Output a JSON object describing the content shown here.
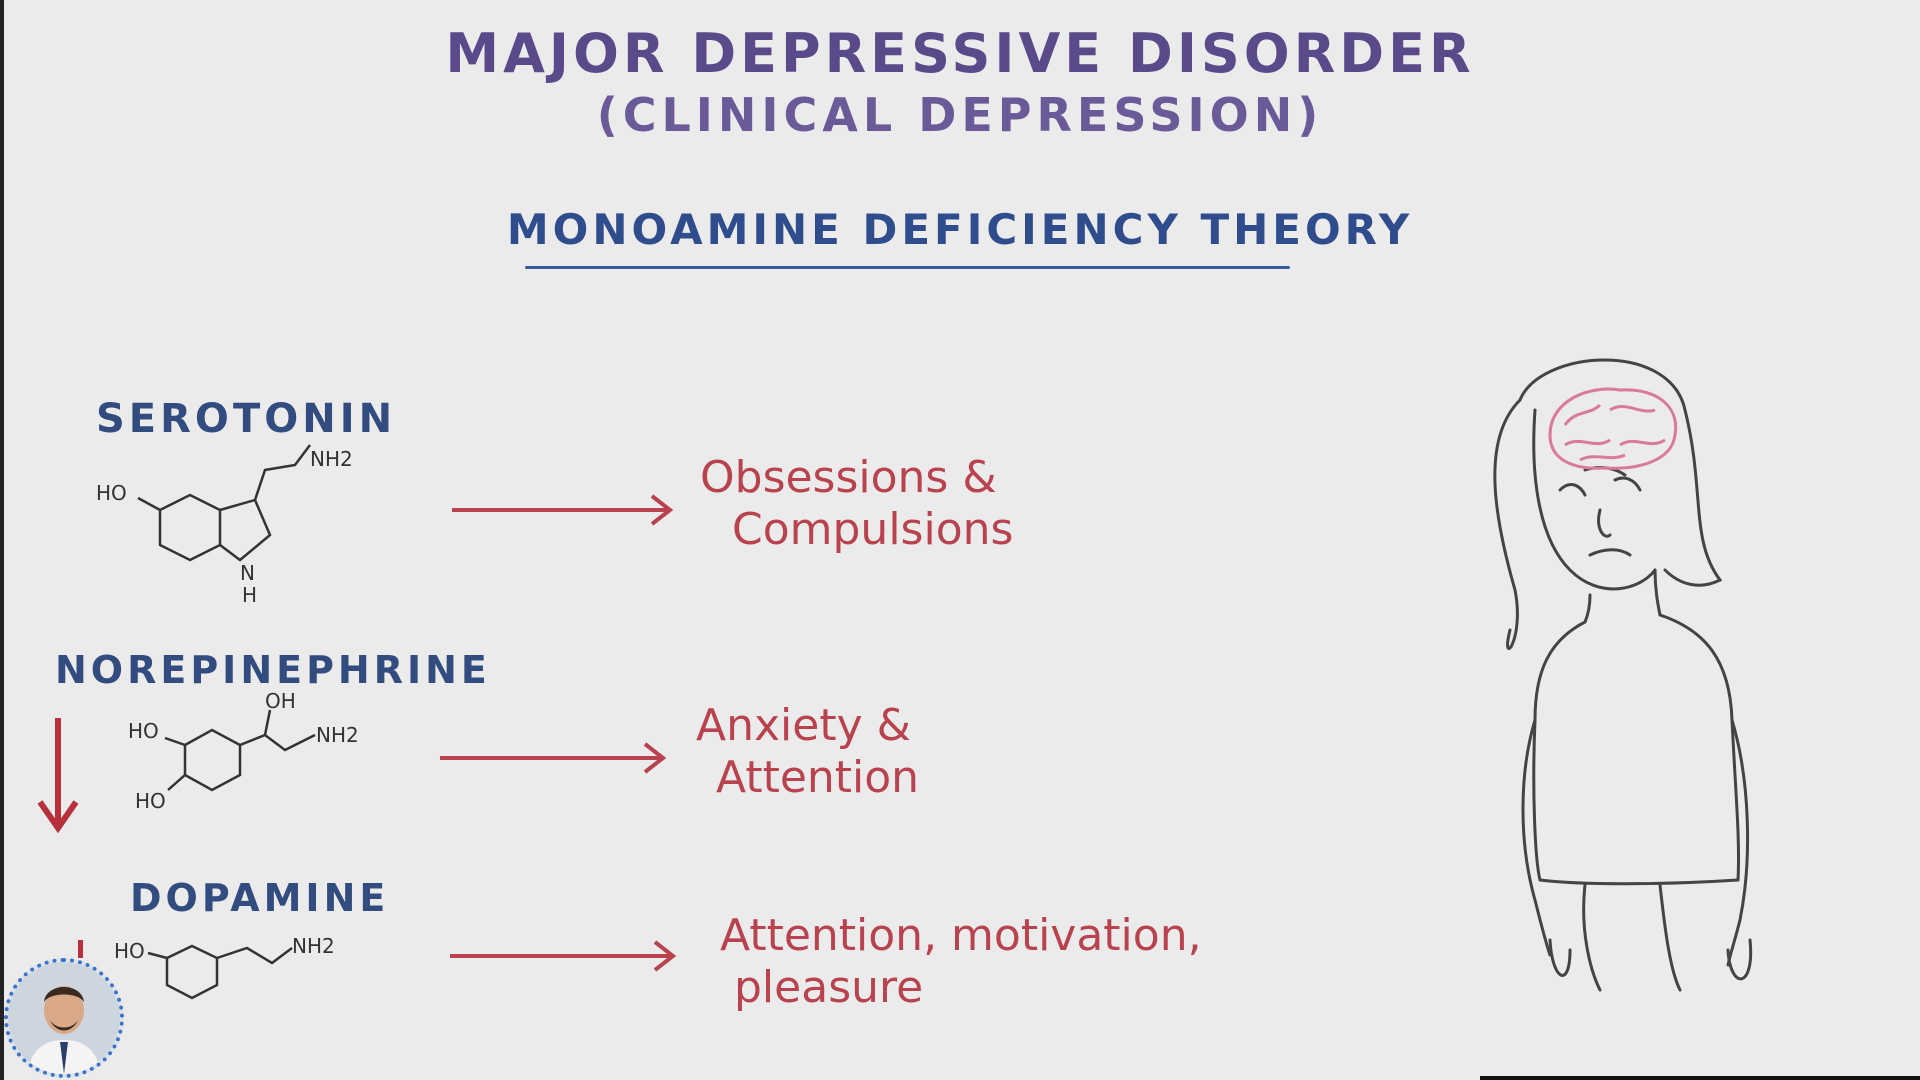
{
  "title": "MAJOR DEPRESSIVE DISORDER",
  "subtitle": "(CLINICAL DEPRESSION)",
  "theory": "MONOAMINE DEFICIENCY THEORY",
  "neurotransmitters": [
    {
      "name": "SEROTONIN",
      "effect_lines": [
        "Obsessions &",
        "Compulsions"
      ],
      "labels": [
        "HO",
        "NH2",
        "N",
        "H"
      ]
    },
    {
      "name": "NOREPINEPHRINE",
      "effect_lines": [
        "Anxiety &",
        "Attention"
      ],
      "labels": [
        "OH",
        "HO",
        "NH2",
        "HO"
      ]
    },
    {
      "name": "DOPAMINE",
      "effect_lines": [
        "Attention, motivation,",
        "pleasure"
      ],
      "labels": [
        "HO",
        "NH2"
      ]
    }
  ],
  "colors": {
    "title": "#5b4a8a",
    "theory": "#2f4d8c",
    "label": "#324c7f",
    "effect": "#b8434f",
    "arrow": "#b8434f"
  },
  "icons": [
    "down-arrow-icon",
    "right-arrow-icon",
    "brain-icon",
    "presenter-avatar-icon"
  ]
}
